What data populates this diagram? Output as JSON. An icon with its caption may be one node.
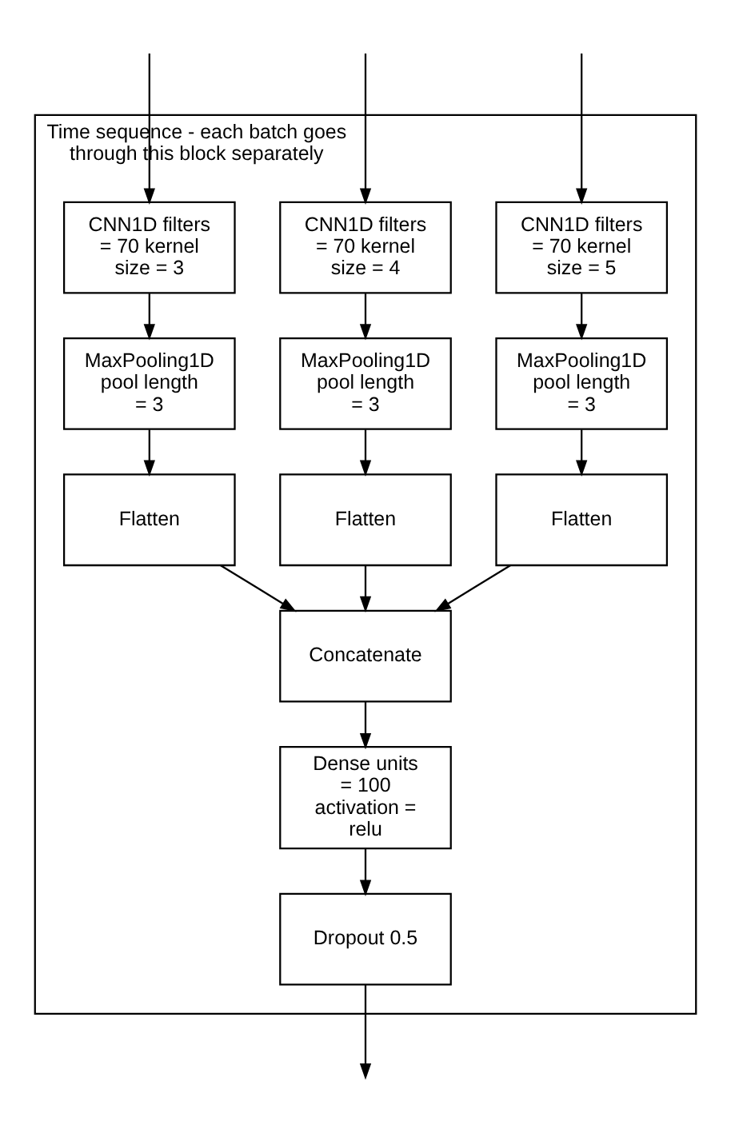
{
  "diagram": {
    "nodes": [
      {
        "text": [
          "Time sequence - each batch goes through this block separately"
        ]
      },
      {
        "text": [
          "CNN1D filters = 70 kernel size = 3"
        ],
        "in": 0
      },
      {
        "text": [
          "CNN1D filters = 70 kernel size = 4"
        ],
        "in": 0
      },
      {
        "text": [
          "CNN1D filters = 70 kernel size = 5"
        ],
        "in": 0
      },
      {
        "text": [
          "MaxPooling1D pool length = 3"
        ],
        "in": 0
      },
      {
        "text": [
          "MaxPooling1D pool length = 3"
        ],
        "in": 0
      },
      {
        "text": [
          "MaxPooling1D pool length = 3"
        ],
        "in": 0
      },
      {
        "text": [
          "Flatten"
        ],
        "in": 0
      },
      {
        "text": [
          "Flatten"
        ],
        "in": 0
      },
      {
        "text": [
          "Flatten"
        ],
        "in": 0
      },
      {
        "text": [
          "Concatenate"
        ],
        "in": 0
      },
      {
        "text": [
          "Dense units = 100 activation = relu"
        ],
        "in": 0
      },
      {
        "text": [
          "Dropout 0.5"
        ],
        "in": 0
      }
    ],
    "edges": [
      {
        "from": null,
        "to": 1,
        "arrow": "to"
      },
      {
        "from": null,
        "to": 2,
        "arrow": "to"
      },
      {
        "from": null,
        "to": 3,
        "arrow": "to"
      },
      {
        "from": 1,
        "to": 4,
        "arrow": "to"
      },
      {
        "from": 2,
        "to": 5,
        "arrow": "to"
      },
      {
        "from": 3,
        "to": 6,
        "arrow": "to"
      },
      {
        "from": 4,
        "to": 7,
        "arrow": "to"
      },
      {
        "from": 5,
        "to": 8,
        "arrow": "to"
      },
      {
        "from": 6,
        "to": 9,
        "arrow": "to"
      },
      {
        "from": 7,
        "to": 10,
        "arrow": "to"
      },
      {
        "from": 8,
        "to": 10,
        "arrow": "to"
      },
      {
        "from": 9,
        "to": 10,
        "arrow": "to"
      },
      {
        "from": 10,
        "to": 11,
        "arrow": "to"
      },
      {
        "from": 11,
        "to": 12,
        "arrow": "to"
      },
      {
        "from": 12,
        "to": null,
        "arrow": "to"
      }
    ]
  }
}
